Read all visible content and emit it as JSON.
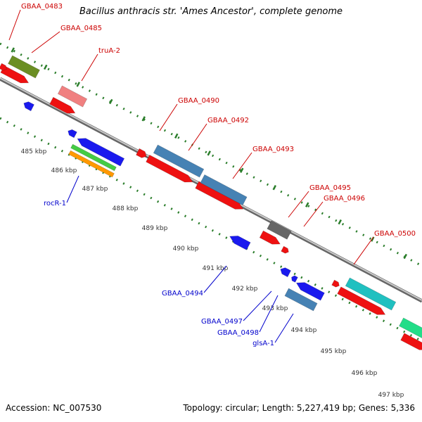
{
  "title": "Bacillus anthracis str. 'Ames Ancestor', complete genome",
  "footer": {
    "accession": "Accession: NC_007530",
    "topology": "Topology: circular; Length: 5,227,419 bp; Genes: 5,336"
  },
  "colors": {
    "forward_label": "#cc0000",
    "reverse_label": "#0000cc",
    "backbone": "#999999",
    "ticks": "#2a7d2a",
    "red": "#ee1111",
    "blue": "#1a1aee",
    "olive": "#6b8e23",
    "pink": "#f08080",
    "steel": "#4682b4",
    "gray": "#666666",
    "cyan": "#20c0c0",
    "green": "#22dd88",
    "lime": "#44cc44",
    "orange": "#ff9900"
  },
  "scale_labels": [
    "485 kbp",
    "486 kbp",
    "487 kbp",
    "488 kbp",
    "489 kbp",
    "490 kbp",
    "491 kbp",
    "492 kbp",
    "493 kbp",
    "494 kbp",
    "495 kbp",
    "496 kbp",
    "497 kbp"
  ],
  "forward_genes": [
    "GBAA_0483",
    "GBAA_0485",
    "truA-2",
    "GBAA_0490",
    "GBAA_0492",
    "GBAA_0493",
    "GBAA_0495",
    "GBAA_0496",
    "GBAA_0500"
  ],
  "reverse_genes": [
    "rocR-1",
    "GBAA_0494",
    "GBAA_0497",
    "GBAA_0498",
    "glsA-1"
  ]
}
